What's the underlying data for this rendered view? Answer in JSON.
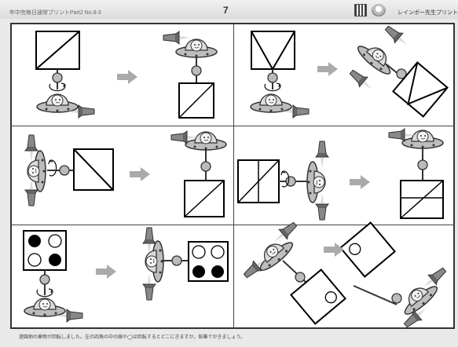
{
  "header": {
    "left_text": "年中完毎日通常プリントPart2 No.8-3",
    "page_number": "7",
    "right_text": "レインボー先生プリント"
  },
  "footer": {
    "instruction": "遊園地の乗物が回転しました。左の四角の中の線や◯は回転するとどこにきますか。鉛筆でかきましょう。"
  },
  "panels": [
    {
      "id": "1",
      "pattern": "diagonal-bl-tr"
    },
    {
      "id": "2",
      "pattern": "v-shape-rotated"
    },
    {
      "id": "3",
      "pattern": "diagonal-tl-br"
    },
    {
      "id": "4",
      "pattern": "split-vertical-with-diagonal"
    },
    {
      "id": "5",
      "pattern": "four-circles"
    },
    {
      "id": "6",
      "pattern": "single-circle-rotated"
    }
  ]
}
